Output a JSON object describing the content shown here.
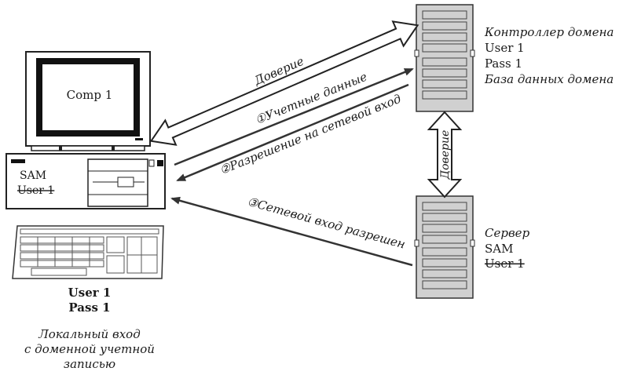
{
  "computer": {
    "screen_label": "Comp 1",
    "sam_label": "SAM",
    "sam_user": "User 1"
  },
  "client_credentials": {
    "user": "User 1",
    "pass": "Pass 1"
  },
  "caption": [
    "Локальный вход",
    "с доменной учетной",
    "записью"
  ],
  "domain_controller": {
    "title": "Контроллер домена",
    "user": "User 1",
    "pass": "Pass 1",
    "db": "База данных домена"
  },
  "server": {
    "title": "Сервер",
    "sam_label": "SAM",
    "sam_user": "User 1"
  },
  "arrows": {
    "trust_main": "Доверие",
    "trust_vertical": "Доверие",
    "step1": "①Учетные данные",
    "step2": "②Разрешение на сетевой вход",
    "step3": "③Сетевой вход разрешен"
  }
}
